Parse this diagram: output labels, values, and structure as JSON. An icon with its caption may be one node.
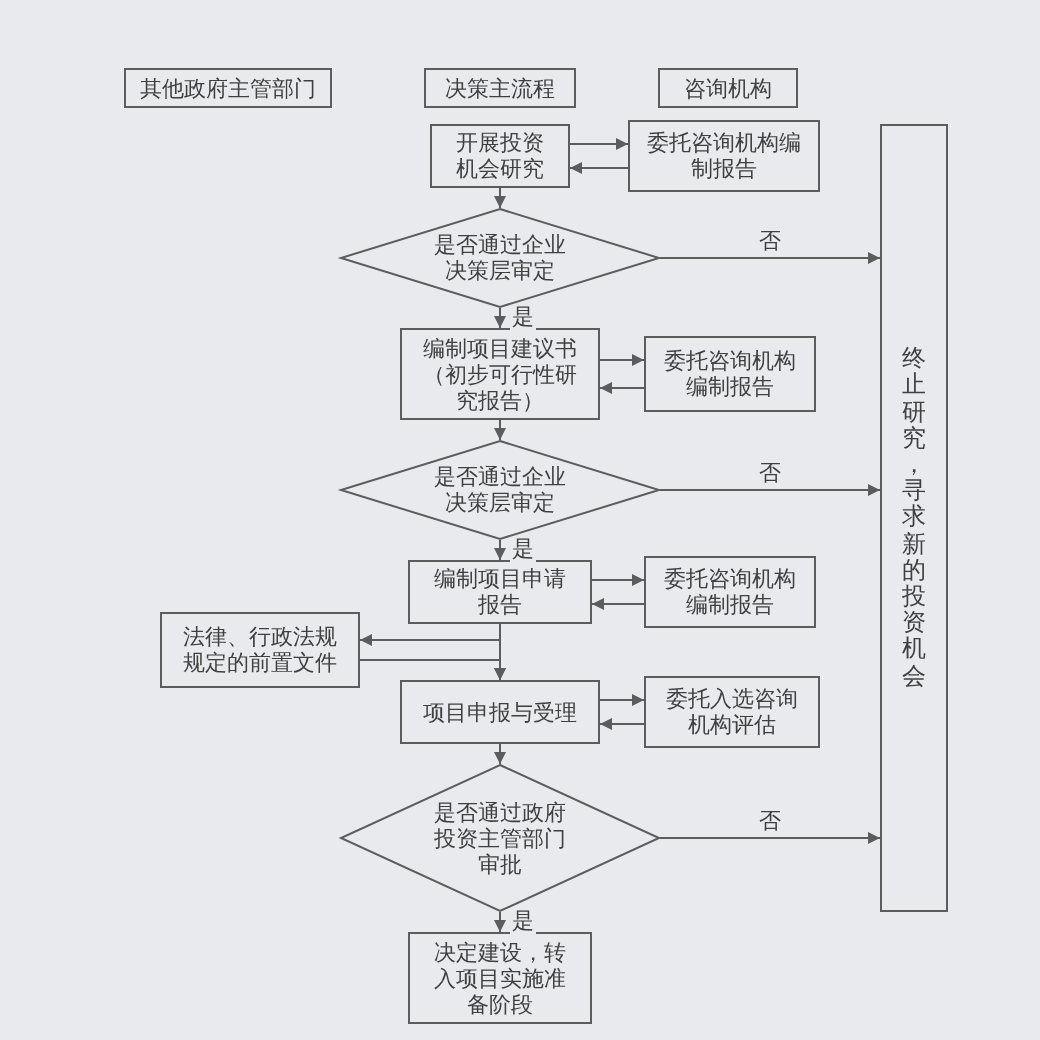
{
  "diagram": {
    "nodes": [
      {
        "text": [
          "其他政府主管部门"
        ]
      },
      {
        "text": [
          "决策主流程"
        ]
      },
      {
        "text": [
          "咨询机构"
        ]
      },
      {
        "text": [
          "开展投资机会研究"
        ]
      },
      {
        "text": [
          "委托咨询机构编制报告"
        ]
      },
      {
        "text": [
          "是否通过企业决策层审定"
        ]
      },
      {
        "text": [
          "编制项目建议书（初步可行性研究报告）"
        ]
      },
      {
        "text": [
          "委托咨询机构编制报告"
        ]
      },
      {
        "text": [
          "是否通过企业决策层审定"
        ]
      },
      {
        "text": [
          "编制项目申请报告"
        ]
      },
      {
        "text": [
          "委托咨询机构编制报告"
        ]
      },
      {
        "text": [
          "法律、行政法规规定的前置文件"
        ]
      },
      {
        "text": [
          "项目申报与受理"
        ]
      },
      {
        "text": [
          "委托入选咨询机构评估"
        ]
      },
      {
        "text": [
          "是否通过政府投资主管部门审批"
        ]
      },
      {
        "text": [
          "决定建设，转入项目实施准备阶段"
        ]
      },
      {
        "text": [
          "终止研究，寻求新的投资机会"
        ]
      }
    ],
    "edges": [
      {
        "from": 3,
        "to": 4,
        "arrow": "to"
      },
      {
        "from": 4,
        "to": 3,
        "arrow": "to"
      },
      {
        "from": 3,
        "to": 5,
        "arrow": "to"
      },
      {
        "from": 5,
        "to": 16,
        "arrow": "to",
        "label": "否"
      },
      {
        "from": 5,
        "to": 6,
        "arrow": "to",
        "label": "是"
      },
      {
        "from": 6,
        "to": 7,
        "arrow": "to"
      },
      {
        "from": 7,
        "to": 6,
        "arrow": "to"
      },
      {
        "from": 6,
        "to": 8,
        "arrow": "to"
      },
      {
        "from": 8,
        "to": 16,
        "arrow": "to",
        "label": "否"
      },
      {
        "from": 8,
        "to": 9,
        "arrow": "to",
        "label": "是"
      },
      {
        "from": 9,
        "to": 10,
        "arrow": "to"
      },
      {
        "from": 10,
        "to": 9,
        "arrow": "to"
      },
      {
        "from": 9,
        "to": 11,
        "arrow": "to"
      },
      {
        "from": 11,
        "to": 12,
        "arrow": "to"
      },
      {
        "from": 9,
        "to": 12,
        "arrow": "to"
      },
      {
        "from": 12,
        "to": 13,
        "arrow": "to"
      },
      {
        "from": 13,
        "to": 12,
        "arrow": "to"
      },
      {
        "from": 12,
        "to": 14,
        "arrow": "to"
      },
      {
        "from": 14,
        "to": 16,
        "arrow": "to",
        "label": "否"
      },
      {
        "from": 14,
        "to": 15,
        "arrow": "to",
        "label": "是"
      }
    ]
  }
}
